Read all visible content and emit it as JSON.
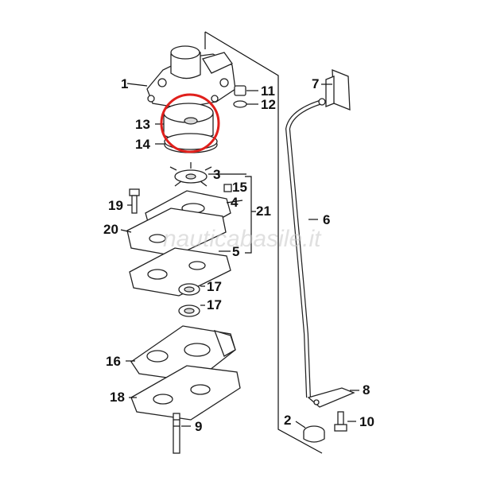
{
  "watermark": "nauticabasile.it",
  "highlight_color": "#e0201c",
  "callouts": {
    "c1": "1",
    "c2": "2",
    "c3": "3",
    "c4": "4",
    "c5": "5",
    "c6": "6",
    "c7": "7",
    "c8": "8",
    "c9": "9",
    "c10": "10",
    "c11": "11",
    "c12": "12",
    "c13": "13",
    "c14": "14",
    "c15": "15",
    "c16": "16",
    "c17a": "17",
    "c17b": "17",
    "c18": "18",
    "c19": "19",
    "c20": "20",
    "c21": "21"
  }
}
